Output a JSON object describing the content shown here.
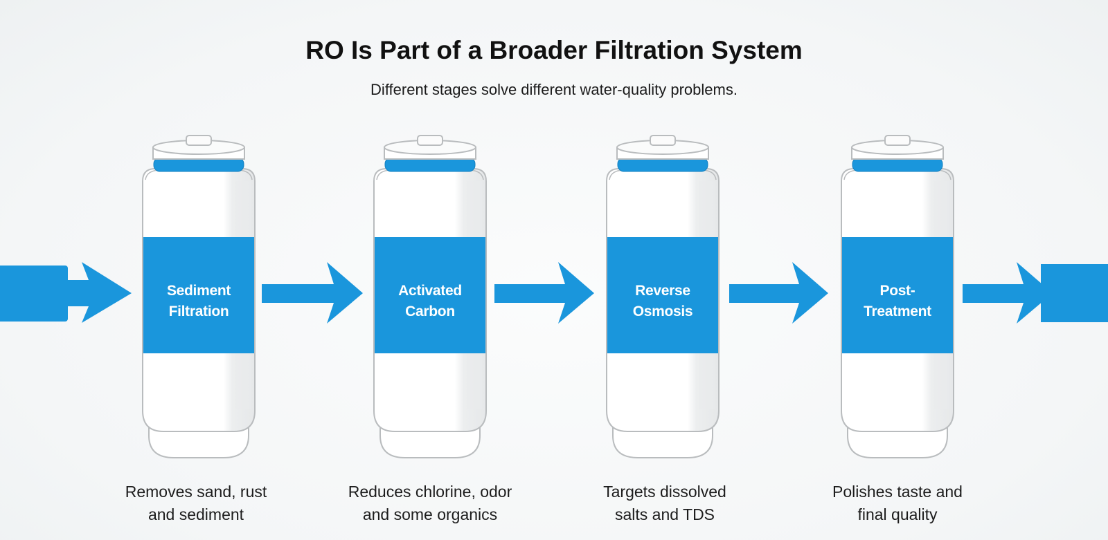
{
  "title": "RO Is Part of a Broader Filtration System",
  "subtitle": "Different stages solve different water-quality problems.",
  "colors": {
    "accent": "#1a96dc",
    "outline": "#b9bcbe",
    "cartridge_body": "#ffffff",
    "text_dark": "#111111"
  },
  "stages": [
    {
      "label_lines": [
        "Sediment",
        "Filtration"
      ],
      "description_lines": [
        "Removes sand, rust",
        "and sediment"
      ]
    },
    {
      "label_lines": [
        "Activated",
        "Carbon"
      ],
      "description_lines": [
        "Reduces chlorine, odor",
        "and some organics"
      ]
    },
    {
      "label_lines": [
        "Reverse",
        "Osmosis"
      ],
      "description_lines": [
        "Targets dissolved",
        "salts and TDS"
      ]
    },
    {
      "label_lines": [
        "Post-",
        "Treatment"
      ],
      "description_lines": [
        "Polishes taste and",
        "final quality"
      ]
    }
  ]
}
